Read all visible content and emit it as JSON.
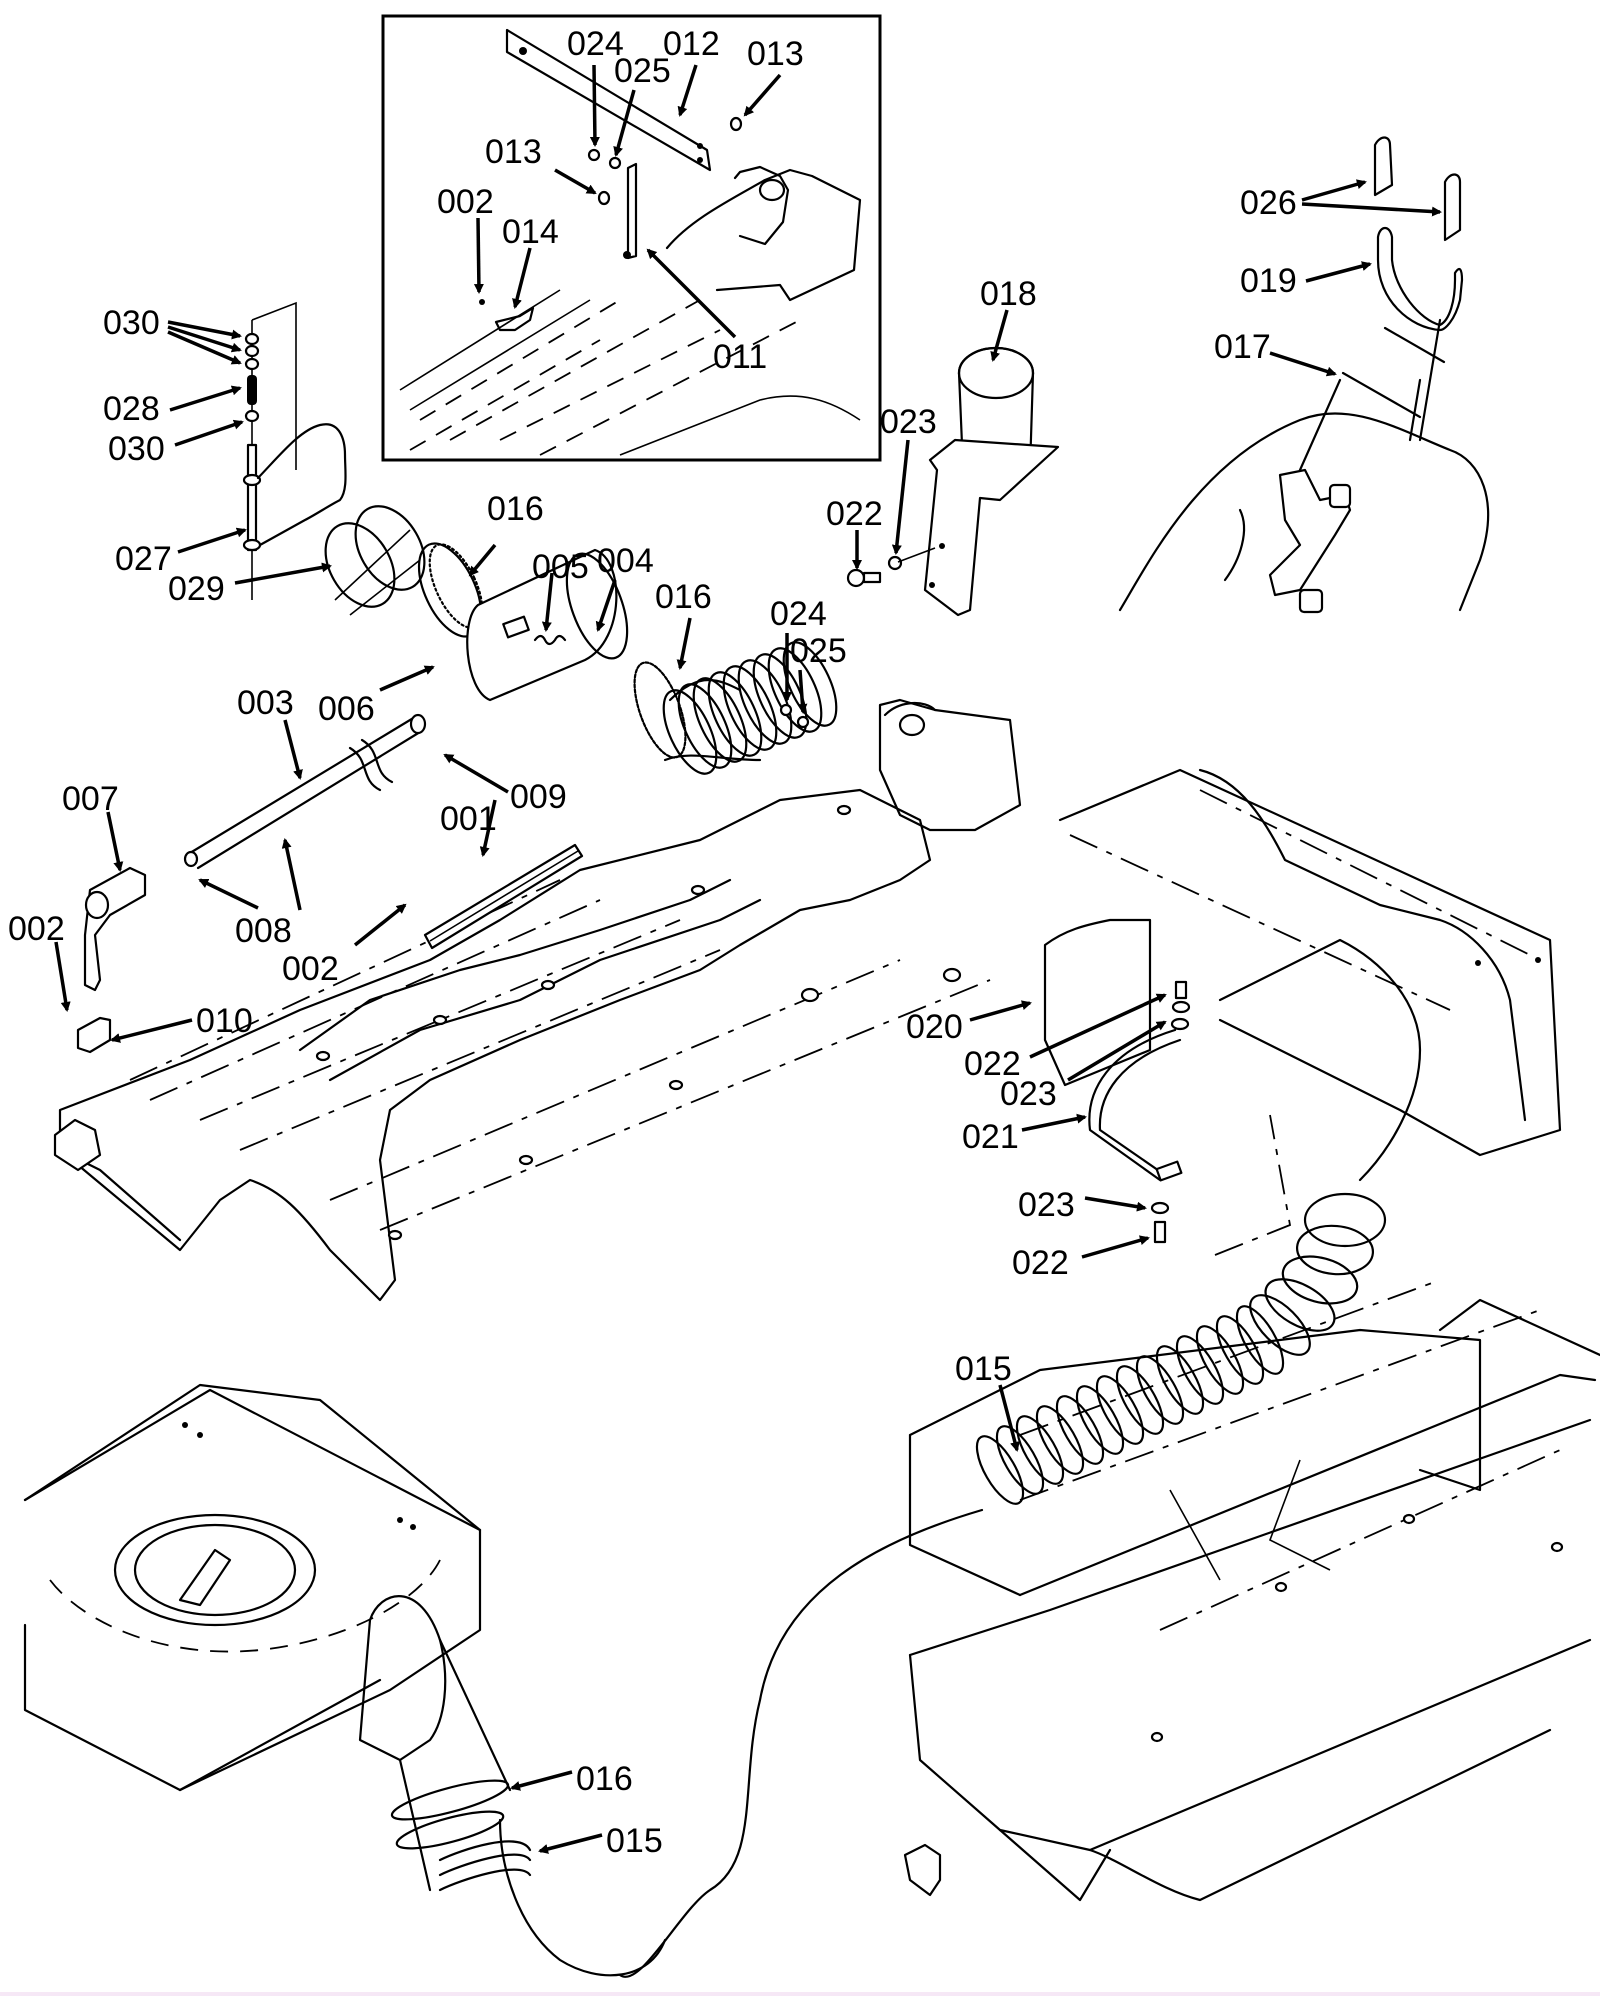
{
  "diagram": {
    "type": "exploded-parts-view",
    "subject": "heater duct assembly",
    "callouts": [
      {
        "id": "inset-024",
        "text": "024",
        "region": "inset"
      },
      {
        "id": "inset-025",
        "text": "025",
        "region": "inset"
      },
      {
        "id": "inset-012",
        "text": "012",
        "region": "inset"
      },
      {
        "id": "inset-013a",
        "text": "013",
        "region": "inset"
      },
      {
        "id": "inset-013b",
        "text": "013",
        "region": "inset"
      },
      {
        "id": "inset-002",
        "text": "002",
        "region": "inset"
      },
      {
        "id": "inset-014",
        "text": "014",
        "region": "inset"
      },
      {
        "id": "inset-011",
        "text": "011",
        "region": "inset"
      },
      {
        "id": "l-030a",
        "text": "030",
        "region": "rod"
      },
      {
        "id": "l-028",
        "text": "028",
        "region": "rod"
      },
      {
        "id": "l-030b",
        "text": "030",
        "region": "rod"
      },
      {
        "id": "l-027",
        "text": "027",
        "region": "rod"
      },
      {
        "id": "l-029",
        "text": "029",
        "region": "rod"
      },
      {
        "id": "l-016a",
        "text": "016",
        "region": "main"
      },
      {
        "id": "l-005",
        "text": "005",
        "region": "main"
      },
      {
        "id": "l-004",
        "text": "004",
        "region": "main"
      },
      {
        "id": "l-016b",
        "text": "016",
        "region": "main"
      },
      {
        "id": "l-006",
        "text": "006",
        "region": "main"
      },
      {
        "id": "l-003",
        "text": "003",
        "region": "main"
      },
      {
        "id": "l-009",
        "text": "009",
        "region": "main"
      },
      {
        "id": "l-007",
        "text": "007",
        "region": "main"
      },
      {
        "id": "l-001",
        "text": "001",
        "region": "main"
      },
      {
        "id": "l-008",
        "text": "008",
        "region": "main"
      },
      {
        "id": "l-002a",
        "text": "002",
        "region": "main"
      },
      {
        "id": "l-002b",
        "text": "002",
        "region": "main"
      },
      {
        "id": "l-010",
        "text": "010",
        "region": "main"
      },
      {
        "id": "l-018",
        "text": "018",
        "region": "main"
      },
      {
        "id": "l-023a",
        "text": "023",
        "region": "main"
      },
      {
        "id": "l-022a",
        "text": "022",
        "region": "main"
      },
      {
        "id": "l-024",
        "text": "024",
        "region": "main"
      },
      {
        "id": "l-025",
        "text": "025",
        "region": "main"
      },
      {
        "id": "l-026",
        "text": "026",
        "region": "vent"
      },
      {
        "id": "l-019",
        "text": "019",
        "region": "vent"
      },
      {
        "id": "l-017",
        "text": "017",
        "region": "vent"
      },
      {
        "id": "l-020",
        "text": "020",
        "region": "main"
      },
      {
        "id": "l-022b",
        "text": "022",
        "region": "main"
      },
      {
        "id": "l-023b",
        "text": "023",
        "region": "main"
      },
      {
        "id": "l-021",
        "text": "021",
        "region": "main"
      },
      {
        "id": "l-023c",
        "text": "023",
        "region": "main"
      },
      {
        "id": "l-022c",
        "text": "022",
        "region": "main"
      },
      {
        "id": "l-015a",
        "text": "015",
        "region": "main"
      },
      {
        "id": "l-016c",
        "text": "016",
        "region": "lower"
      },
      {
        "id": "l-015b",
        "text": "015",
        "region": "lower"
      }
    ]
  }
}
